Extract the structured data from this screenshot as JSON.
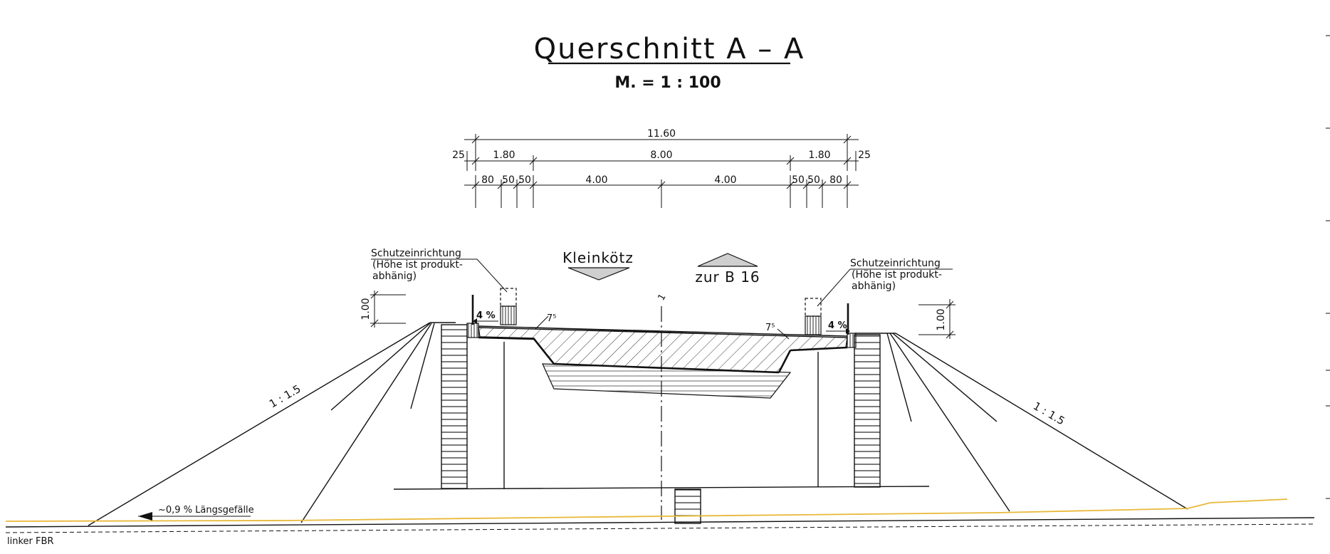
{
  "title": "Querschnitt A – A",
  "scale": "M. =  1 : 100",
  "dimensions": {
    "total": "11.60",
    "row2": [
      "25",
      "1.80",
      "8.00",
      "1.80",
      "25"
    ],
    "row3": [
      "80",
      "50",
      "50",
      "4.00",
      "4.00",
      "50",
      "50",
      "80"
    ]
  },
  "directions": {
    "left": "Kleinkötz",
    "right": "zur B 16"
  },
  "barrier_left": [
    "Schutzeinrichtung",
    "(Höhe ist produkt-",
    "abhänig)"
  ],
  "barrier_right": [
    "Schutzeinrichtung",
    "(Höhe ist produkt-",
    "abhänig)"
  ],
  "height_left": "1.00",
  "height_right": "1.00",
  "slope_left_label": "1 : 1.5",
  "slope_right_label": "1 : 1.5",
  "crossfall_left": "4 %",
  "crossfall_right": "4 %",
  "thick_left": "7⁵",
  "thick_right": "7⁵",
  "axis_mark": "1",
  "gradient": "~0,9 % Längsgefälle",
  "footer": "linker FBR",
  "colors": {
    "line": "#111111",
    "ground": "#e8b838",
    "fill_grey": "#cfcfcf"
  }
}
